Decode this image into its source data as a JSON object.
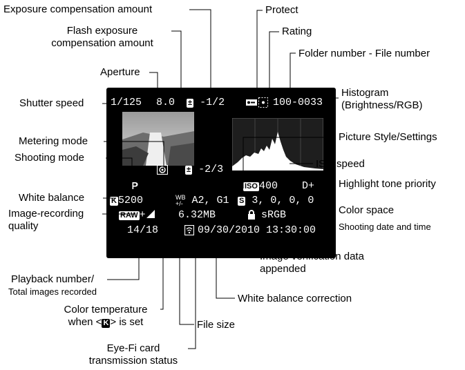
{
  "labels": {
    "exposure_comp": "Exposure compensation amount",
    "protect": "Protect",
    "flash_comp_1": "Flash exposure",
    "flash_comp_2": "compensation amount",
    "rating": "Rating",
    "folder_file": "Folder number - File number",
    "aperture": "Aperture",
    "histogram_1": "Histogram",
    "histogram_2": "(Brightness/RGB)",
    "shutter_speed": "Shutter speed",
    "metering_mode": "Metering mode",
    "picture_style": "Picture Style/Settings",
    "shooting_mode": "Shooting mode",
    "iso_speed": "ISO speed",
    "highlight_priority": "Highlight tone priority",
    "white_balance": "White balance",
    "image_quality_1": "Image-recording",
    "image_quality_2": "quality",
    "color_space": "Color space",
    "shooting_datetime": "Shooting date and time",
    "verification_1": "Image verification data",
    "verification_2": "appended",
    "playback_1": "Playback number/",
    "playback_2": "Total images recorded",
    "wb_correction": "White balance correction",
    "color_temp_1": "Color temperature",
    "color_temp_2_pre": "when <",
    "color_temp_2_icon": "K",
    "color_temp_2_post": "> is set",
    "file_size": "File size",
    "eyefi_1": "Eye-Fi card",
    "eyefi_2": "transmission status"
  },
  "screen": {
    "shutter": "1/125",
    "aperture": "8.0",
    "exp_comp": "-1/2",
    "folder_file": "100-0033",
    "flash_comp": "-2/3",
    "mode": "P",
    "iso_badge": "ISO",
    "iso": "400",
    "highlight": "D+",
    "wb_badge": "K",
    "color_temp": "5200",
    "wb_shift": "A2, G1",
    "ps_badge": "S",
    "ps_settings": "3, 0, 0, 0",
    "raw_badge": "RAW",
    "quality_suffix": "+",
    "file_size": "6.32MB",
    "color_space": "sRGB",
    "playback": "14/18",
    "datetime": "09/30/2010 13:30:00"
  }
}
